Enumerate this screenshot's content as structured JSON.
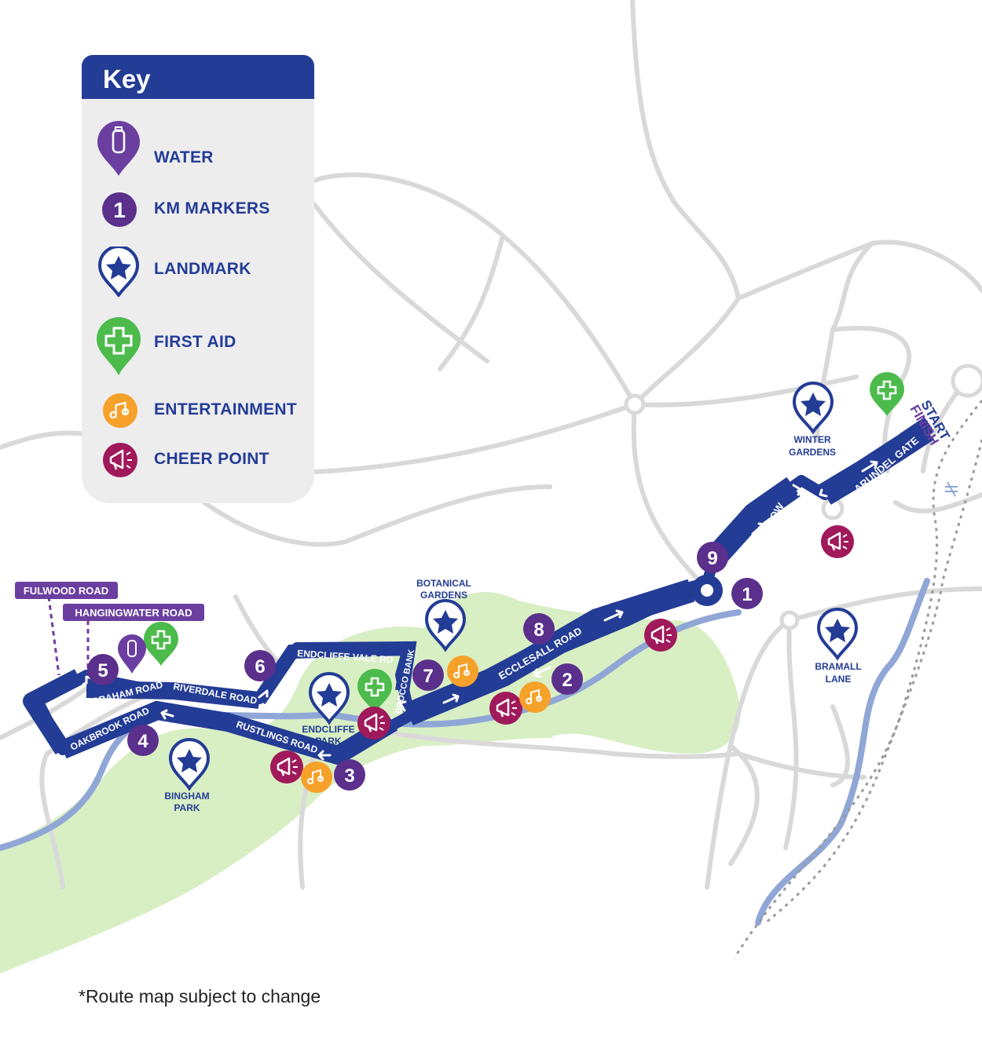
{
  "key": {
    "title": "Key",
    "items": [
      {
        "label": "WATER",
        "icon": "water-bottle-pin-icon"
      },
      {
        "label": "KM MARKERS",
        "icon": "km-marker-icon",
        "badge": "1"
      },
      {
        "label": "LANDMARK",
        "icon": "landmark-star-pin-icon"
      },
      {
        "label": "FIRST AID",
        "icon": "first-aid-cross-pin-icon"
      },
      {
        "label": "ENTERTAINMENT",
        "icon": "music-note-icon"
      },
      {
        "label": "CHEER POINT",
        "icon": "megaphone-icon"
      }
    ]
  },
  "roads": {
    "fulwood": "FULWOOD ROAD",
    "hangingwater": "HANGINGWATER ROAD",
    "graham": "GRAHAM ROAD",
    "riverdale": "RIVERDALE ROAD",
    "oakbrook": "OAKBROOK ROAD",
    "rustlings": "RUSTLINGS ROAD",
    "endcliffe_vale": "ENDCLIFFE VALE RD",
    "brocco": "BROCCO BANK",
    "ecclesall": "ECCLESALL ROAD",
    "charter": "CHARTER ROW",
    "arundel": "ARUNDEL GATE"
  },
  "landmarks": {
    "botanical_1": "BOTANICAL",
    "botanical_2": "GARDENS",
    "endcliffe_1": "ENDCLIFFE",
    "endcliffe_2": "PARK",
    "bingham_1": "BINGHAM",
    "bingham_2": "PARK",
    "winter_1": "WINTER",
    "winter_2": "GARDENS",
    "bramall_1": "BRAMALL",
    "bramall_2": "LANE"
  },
  "start": "START",
  "finish": "FINISH",
  "km": [
    "1",
    "2",
    "3",
    "4",
    "5",
    "6",
    "7",
    "8",
    "9"
  ],
  "note": "*Route map subject to change",
  "colors": {
    "route": "#233c95",
    "km_marker": "#5b2f8c",
    "landmark": "#233c95",
    "first_aid": "#4cbb4c",
    "entertainment": "#f6a12a",
    "cheer": "#a0195a",
    "park": "#d8efc4",
    "river": "#8fa6d6",
    "streets": "#d9d9d9",
    "callout": "#6b3fa0"
  }
}
